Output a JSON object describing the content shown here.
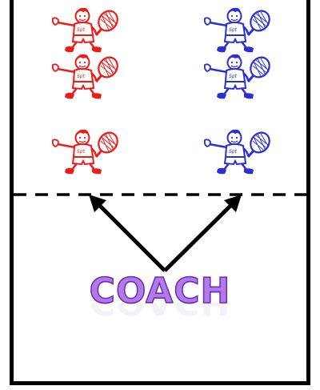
{
  "diagram": {
    "coach_label": "COACH",
    "player_icon": "tennis-player-icon",
    "net_line": "dashed-line",
    "colors": {
      "team_left": "#ee1b1b",
      "team_right": "#2a2fd6",
      "coach_text": "#b07be6",
      "coach_outline": "#6a2bb8",
      "lines": "#000000"
    },
    "teams": [
      {
        "id": "red",
        "players": 3
      },
      {
        "id": "blue",
        "players": 3
      }
    ]
  }
}
